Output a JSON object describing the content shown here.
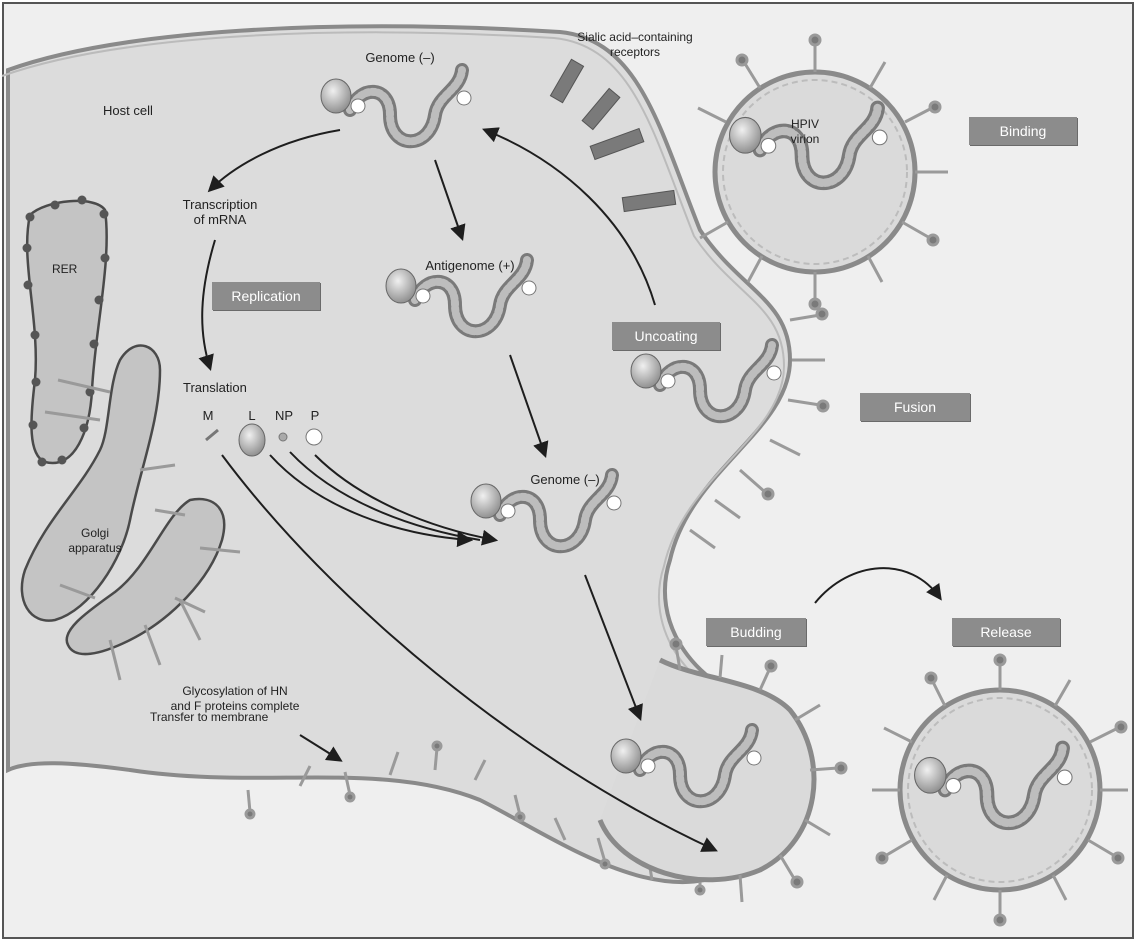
{
  "labels": {
    "host_cell": "Host cell",
    "sialic": "Sialic acid–containing\nreceptors",
    "hpiv": "HPIV\nvirion",
    "genome_top": "Genome (–)",
    "antigenome": "Antigenome (+)",
    "genome_mid": "Genome (–)",
    "transcription": "Transcription\nof mRNA",
    "translation": "Translation",
    "prot_m": "M",
    "prot_l": "L",
    "prot_np": "NP",
    "prot_p": "P",
    "rer": "RER",
    "golgi": "Golgi\napparatus",
    "glycosylation": "Glycosylation of HN\nand F proteins complete",
    "transfer": "Transfer to membrane"
  },
  "stages": {
    "binding": "Binding",
    "replication": "Replication",
    "uncoating": "Uncoating",
    "fusion": "Fusion",
    "budding": "Budding",
    "release": "Release"
  },
  "colors": {
    "cytoplasm": "#dcdcdc",
    "membrane": "#8a8a8a",
    "organelle": "#c4c4c4",
    "stage_box": "#8c8c8c",
    "arrow": "#1e1e1e"
  }
}
